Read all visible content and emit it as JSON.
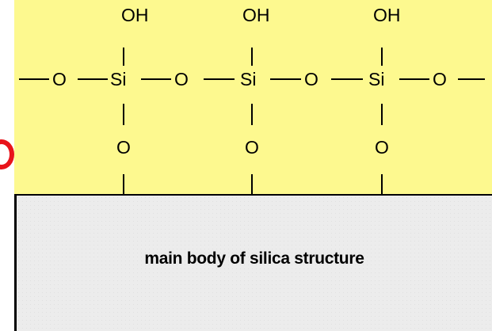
{
  "diagram": {
    "atoms": {
      "hydroxyl": "OH",
      "oxygen": "O",
      "silicon": "Si",
      "bond": "—"
    },
    "silica_body_label": "main body of silica structure",
    "colors": {
      "surface_band": "#fdf98f",
      "silica_body": "#ececec",
      "marker": "#e8141b"
    }
  }
}
